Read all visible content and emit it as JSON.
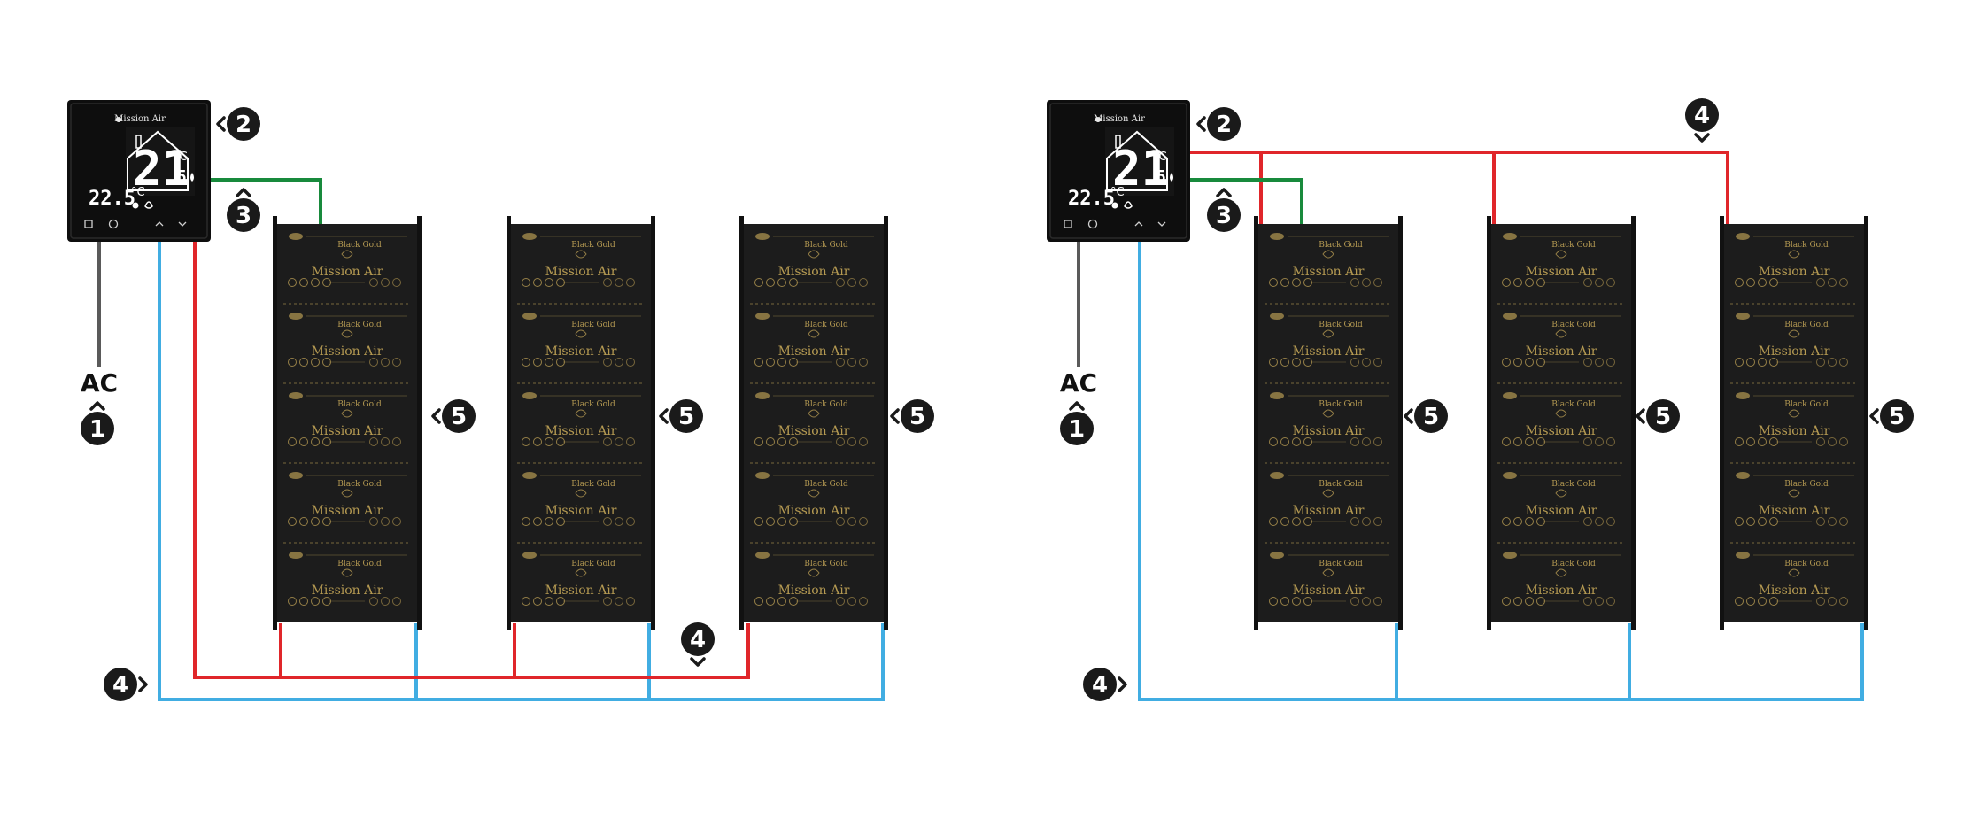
{
  "colors": {
    "red": "#e0262a",
    "blue": "#41ade2",
    "green": "#188a3c",
    "ac_wire": "#5a5a5a",
    "panel": "#1c1c1c",
    "gold": "#b59a52",
    "badge": "#1a1a1a"
  },
  "ac_label": "AC",
  "thermostat": {
    "brand": "Mission Air",
    "big_temp": "21",
    "big_fraction": "5",
    "unit": "°C",
    "small_temp": "22.5",
    "small_unit": "°C"
  },
  "panel_text": {
    "brand": "Mission Air",
    "tag": "Black Gold"
  },
  "diagrams": [
    {
      "name": "separate-supply",
      "badges": [
        "1",
        "2",
        "3",
        "4",
        "4",
        "5",
        "5",
        "5"
      ]
    },
    {
      "name": "shared-supply",
      "badges": [
        "1",
        "2",
        "3",
        "4",
        "4",
        "5",
        "5",
        "5"
      ]
    }
  ]
}
